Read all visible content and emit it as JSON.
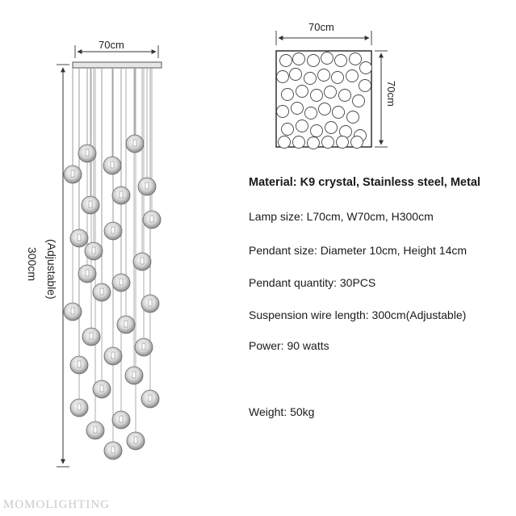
{
  "diagram": {
    "left_width_label": "70cm",
    "left_height_label": "300cm",
    "left_height_note": "(Adjustable)",
    "top_width_label": "70cm",
    "top_height_label": "70cm",
    "pendant_count": 30
  },
  "specs": [
    {
      "label": "Material:",
      "value": " K9 crystal, Stainless steel, Metal"
    },
    {
      "label": "Lamp size:",
      "value": " L70cm, W70cm, H300cm"
    },
    {
      "label": "Pendant size:",
      "value": " Diameter 10cm, Height 14cm"
    },
    {
      "label": "Pendant quantity:",
      "value": " 30PCS"
    },
    {
      "label": "Suspension wire length:",
      "value": " 300cm(Adjustable)"
    },
    {
      "label": "Power:",
      "value": " 90 watts"
    },
    {
      "label": "Weight:",
      "value": " 50kg"
    }
  ],
  "watermark": "MOMOLIGHTING"
}
